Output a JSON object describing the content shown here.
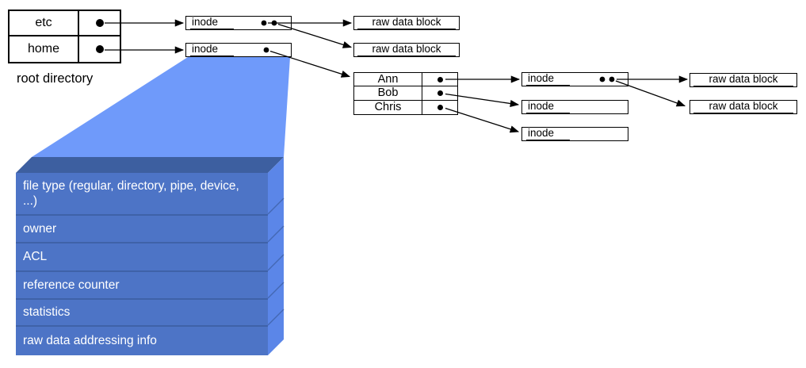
{
  "root_directory": {
    "label": "root directory",
    "entries": [
      "etc",
      "home"
    ]
  },
  "user_directory": {
    "entries": [
      "Ann",
      "Bob",
      "Chris"
    ]
  },
  "labels": {
    "inode": "inode",
    "raw_data_block": "raw data block"
  },
  "inode_detail": {
    "rows": [
      "file type (regular, directory, pipe, device, ...)",
      "owner",
      "ACL",
      "reference counter",
      "statistics",
      "raw data addressing info"
    ]
  },
  "edges": [
    {
      "from": "root-directory-entry-etc",
      "to": "inode-box-1"
    },
    {
      "from": "root-directory-entry-home",
      "to": "inode-box-2"
    },
    {
      "from": "inode-box-1-pointer-1",
      "to": "raw-data-block-1"
    },
    {
      "from": "inode-box-1-pointer-2",
      "to": "raw-data-block-2"
    },
    {
      "from": "inode-box-2-pointer",
      "to": "user-directory-table"
    },
    {
      "from": "inode-box-2",
      "to": "inode-detail-stack"
    },
    {
      "from": "user-directory-entry-ann",
      "to": "inode-box-3"
    },
    {
      "from": "user-directory-entry-bob",
      "to": "inode-box-4"
    },
    {
      "from": "user-directory-entry-chris",
      "to": "inode-box-5"
    },
    {
      "from": "inode-box-3-pointer-1",
      "to": "raw-data-block-3"
    },
    {
      "from": "inode-box-3-pointer-2",
      "to": "raw-data-block-4"
    }
  ],
  "colors": {
    "funnel": "#6f9afa",
    "stack_front": "#4d74c6",
    "stack_bevel": "#3d5fa0",
    "stack_side": "#5b86e8",
    "stack_separator": "#3f62a8",
    "line": "#000000"
  }
}
